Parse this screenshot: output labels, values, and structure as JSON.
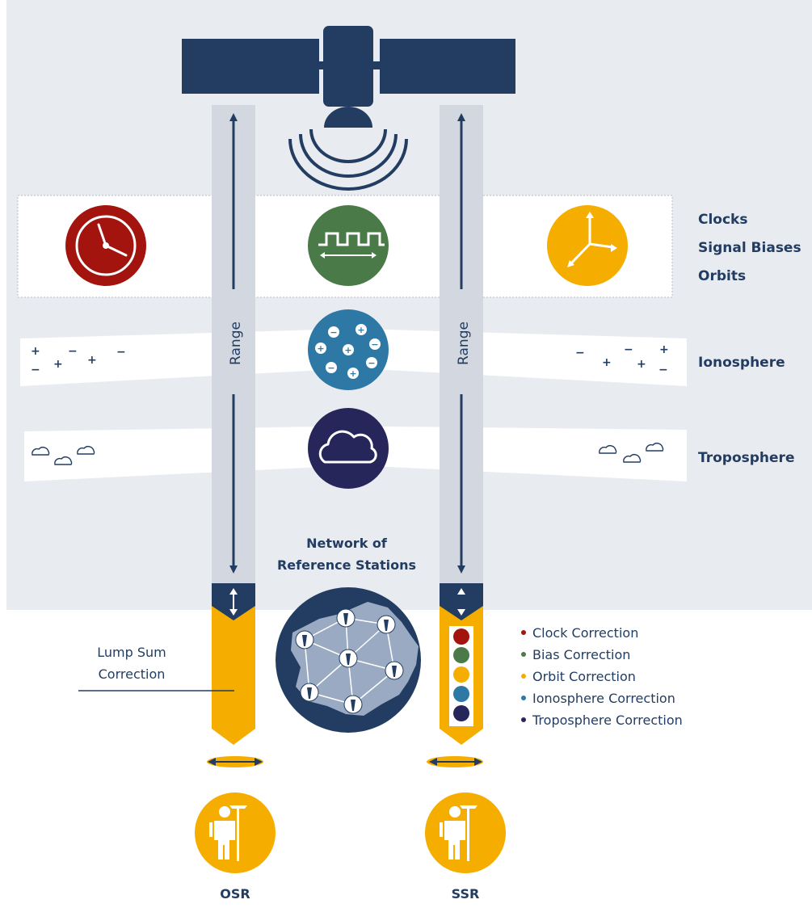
{
  "colors": {
    "navy": "#223d61",
    "background": "#e8ebf0",
    "column": "#d3d8e0",
    "yellow": "#f5ad00",
    "red": "#a3140f",
    "green": "#4a7a47",
    "blue": "#2e78a5",
    "dark_blue": "#27265b",
    "map_land": "#9aaac2"
  },
  "icons": {
    "satellite": "satellite-icon",
    "clock": "clock-icon",
    "signal": "signal-bias-icon",
    "orbit": "orbit-axes-icon",
    "ionosphere": "ion-charges-icon",
    "troposphere": "cloud-icon",
    "network": "reference-network-map-icon",
    "user": "surveyor-icon"
  },
  "layers": {
    "clocks": "Clocks",
    "signal_biases": "Signal Biases",
    "orbits": "Orbits",
    "ionosphere": "Ionosphere",
    "troposphere": "Troposphere"
  },
  "range_label": "Range",
  "network_label": [
    "Network of",
    "Reference Stations"
  ],
  "lump_sum_label": [
    "Lump Sum",
    "Correction"
  ],
  "ssr_legend": [
    {
      "label": "Clock Correction",
      "color": "#a3140f"
    },
    {
      "label": "Bias Correction",
      "color": "#4a7a47"
    },
    {
      "label": "Orbit Correction",
      "color": "#f5ad00"
    },
    {
      "label": "Ionosphere Correction",
      "color": "#2e78a5"
    },
    {
      "label": "Troposphere Correction",
      "color": "#27265b"
    }
  ],
  "users": {
    "osr": "OSR",
    "ssr": "SSR"
  }
}
